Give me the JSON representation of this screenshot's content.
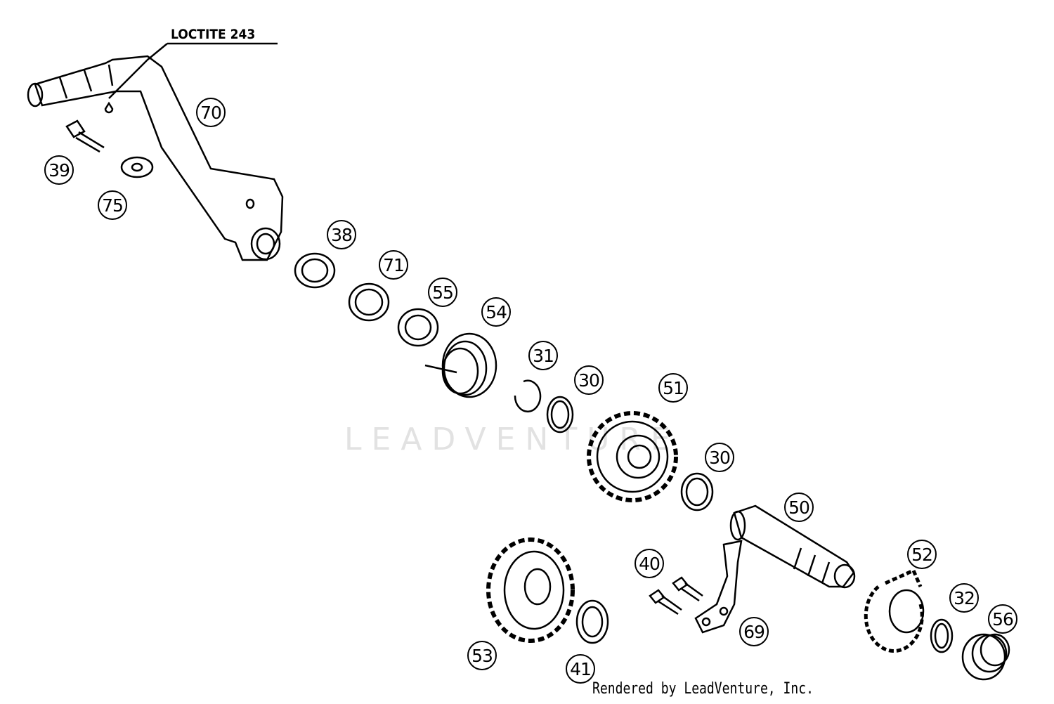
{
  "note": "LOCTITE 243",
  "watermark": "LEADVENTURE",
  "footer": "Rendered by LeadVenture, Inc.",
  "callouts": [
    "70",
    "39",
    "75",
    "38",
    "71",
    "55",
    "54",
    "31",
    "30",
    "51",
    "30",
    "50",
    "40",
    "52",
    "32",
    "56",
    "69",
    "53",
    "41"
  ]
}
